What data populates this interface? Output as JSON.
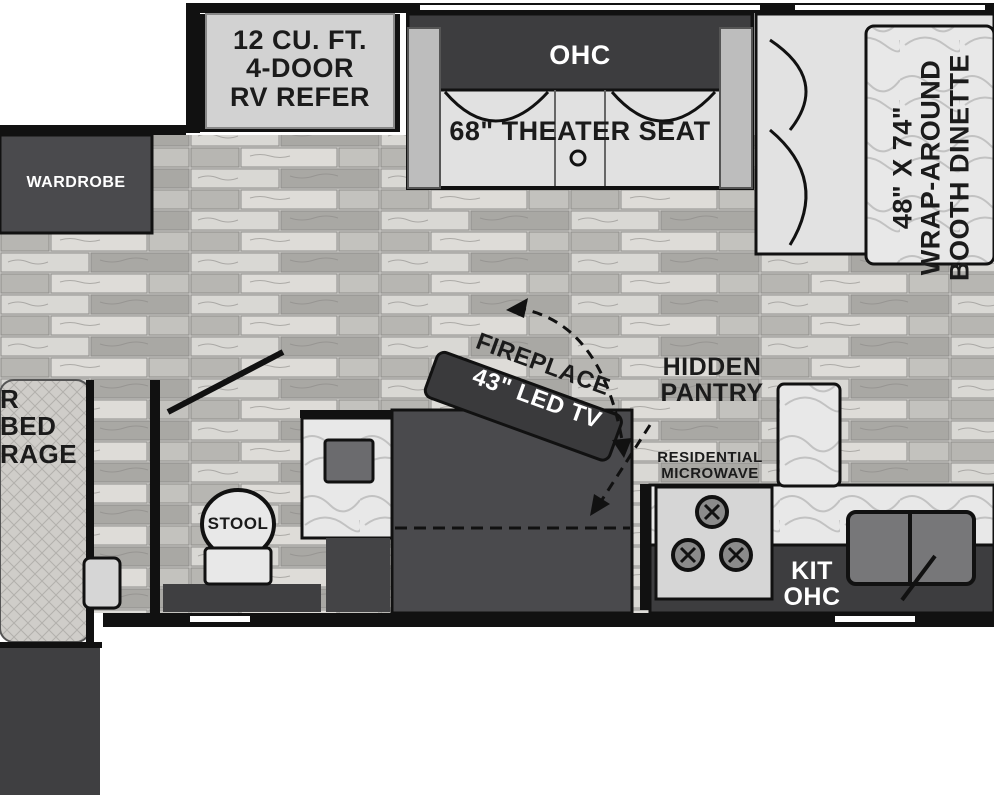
{
  "floorplan": {
    "labels": {
      "refrigerator": "12 CU. FT.\n4-DOOR\nRV REFER",
      "overhead_cabinet_top": "OHC",
      "theater_seat": "68\" THEATER SEAT",
      "dinette": "48\" X 74\"\nWRAP-AROUND\nBOOTH DINETTE",
      "wardrobe": "WARDROBE",
      "fireplace": "FIREPLACE",
      "led_tv": "43\" LED TV",
      "hidden_pantry": "HIDDEN\nPANTRY",
      "microwave": "RESIDENTIAL\nMICROWAVE",
      "stool": "STOOL",
      "bed_storage": "R BED\nRAGE",
      "kitchen_ohc": "KIT\nOHC"
    },
    "colors": {
      "wall": "#111111",
      "dark_cabinet": "#4a4a4d",
      "darker_cabinet": "#3a3a3c",
      "floor_plank_light": "#d6d5d1",
      "floor_plank_dark": "#a9a8a4",
      "seat": "#dcdcdc",
      "counter": "#e6e6e6"
    }
  }
}
